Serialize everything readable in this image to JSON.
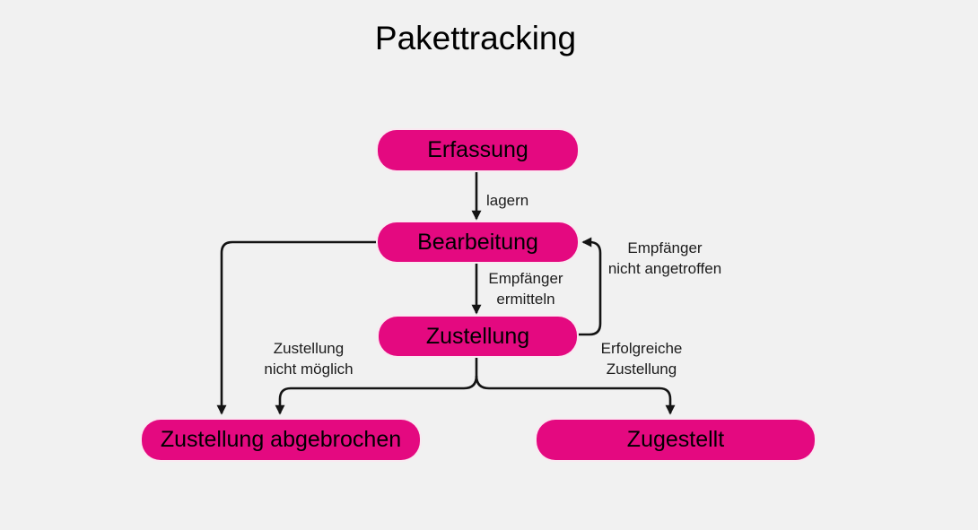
{
  "title": "Pakettracking",
  "colors": {
    "node_fill": "#E40980",
    "background": "#F1F1F1",
    "connector": "#141414",
    "text": "#000000"
  },
  "nodes": [
    {
      "id": "erfassung",
      "label": "Erfassung"
    },
    {
      "id": "bearbeitung",
      "label": "Bearbeitung"
    },
    {
      "id": "zustellung",
      "label": "Zustellung"
    },
    {
      "id": "zustellung_abgebrochen",
      "label": "Zustellung abgebrochen"
    },
    {
      "id": "zugestellt",
      "label": "Zugestellt"
    }
  ],
  "edges": [
    {
      "from": "Erfassung",
      "to": "Bearbeitung",
      "label": "lagern"
    },
    {
      "from": "Bearbeitung",
      "to": "Zustellung",
      "label": "Empfänger\nermitteln"
    },
    {
      "from": "Zustellung",
      "to": "Bearbeitung",
      "label": "Empfänger\nnicht angetroffen"
    },
    {
      "from": "Bearbeitung",
      "to": "Zustellung abgebrochen",
      "label": ""
    },
    {
      "from": "Zustellung",
      "to": "Zustellung abgebrochen",
      "label": "Zustellung\nnicht möglich"
    },
    {
      "from": "Zustellung",
      "to": "Zugestellt",
      "label": "Erfolgreiche\nZustellung"
    }
  ]
}
